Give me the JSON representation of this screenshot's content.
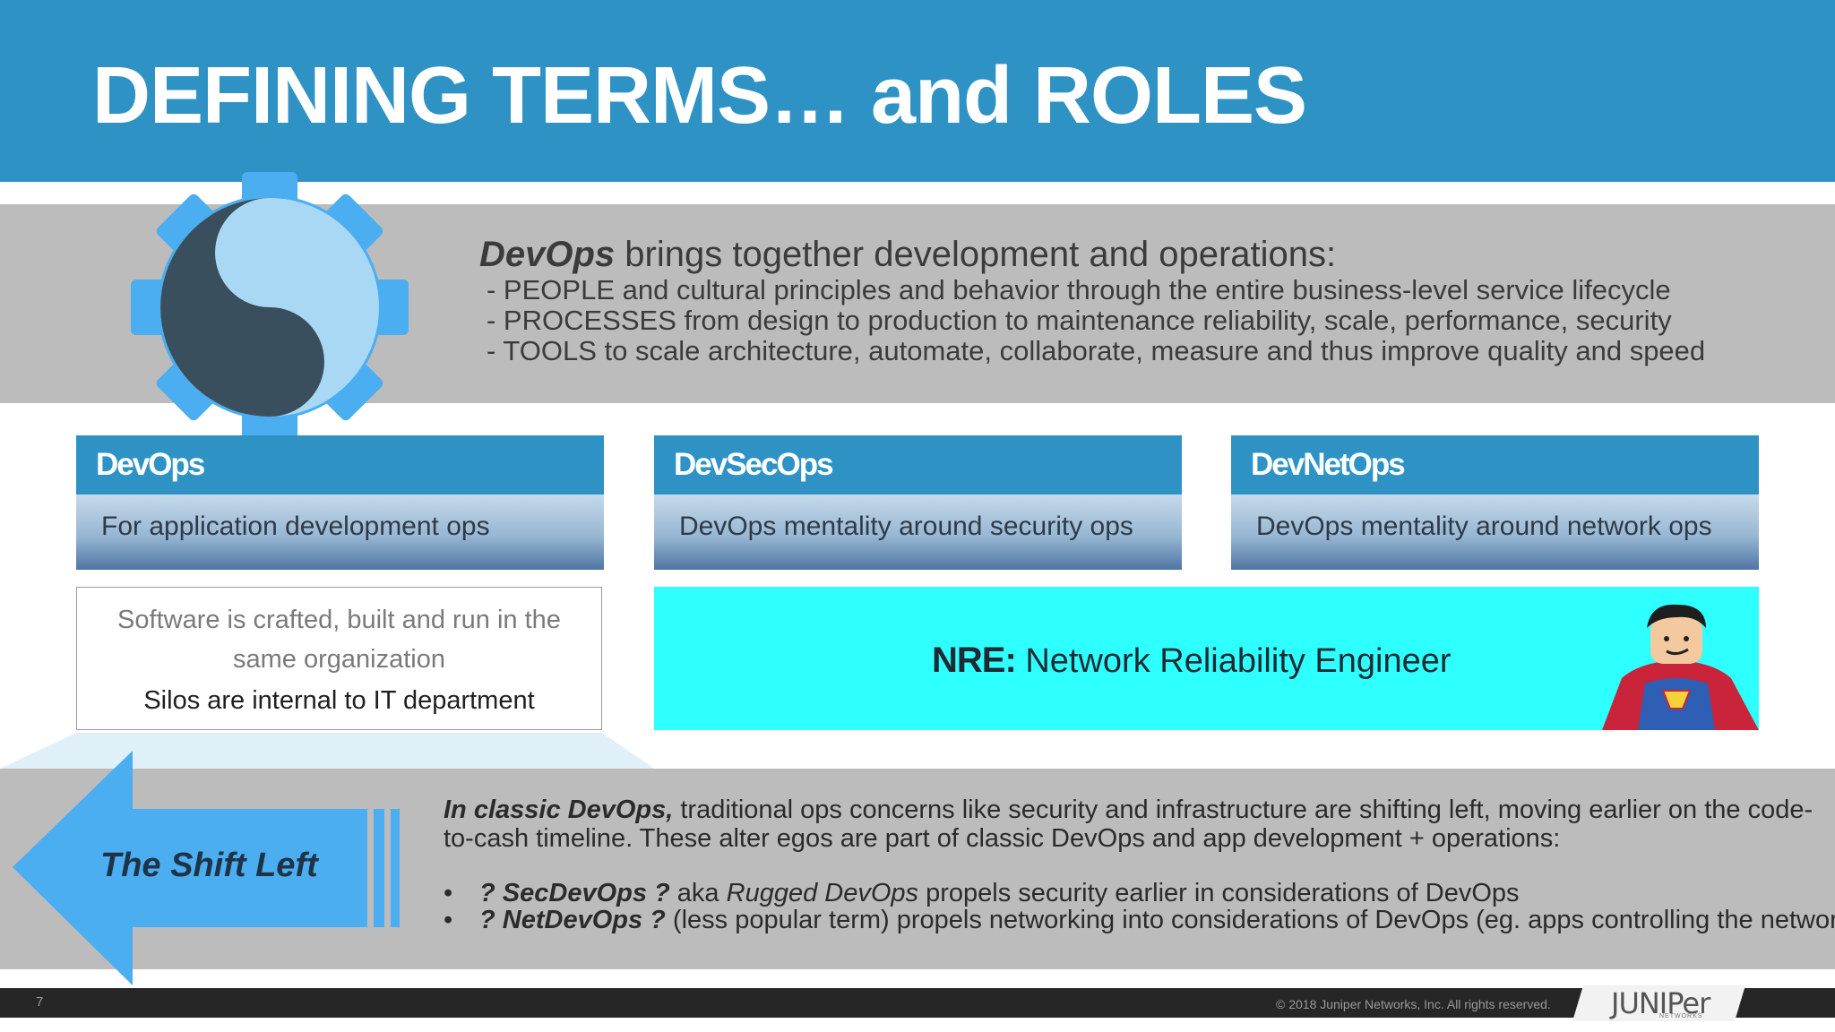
{
  "slide": {
    "title": "DEFINING TERMS… and ROLES",
    "page_number": "7"
  },
  "definition": {
    "term": "DevOps",
    "rest": " brings together development and operations:",
    "lines": [
      "- PEOPLE and cultural principles and behavior through the entire business-level service lifecycle",
      "- PROCESSES from design to production to maintenance reliability, scale, performance, security",
      "- TOOLS to scale architecture, automate, collaborate, measure and thus improve quality and speed"
    ]
  },
  "cards": [
    {
      "title": "DevOps",
      "text": "For application development ops"
    },
    {
      "title": "DevSecOps",
      "text": "DevOps mentality around security ops"
    },
    {
      "title": "DevNetOps",
      "text": "DevOps mentality around network ops"
    }
  ],
  "info_box": {
    "line1": "Software is crafted, built and run in the same organization",
    "line2": "Silos are internal to IT department"
  },
  "nre": {
    "abbr": "NRE:",
    "full": " Network Reliability Engineer"
  },
  "shift_left": {
    "label": "The Shift Left",
    "lead": "In classic DevOps,",
    "paragraph": " traditional ops concerns like security and infrastructure are shifting left, moving earlier on the code-to-cash timeline. These alter egos are part of classic DevOps and app development + operations:",
    "bullet_char": "•",
    "bullet1": {
      "term": "? SecDevOps ?",
      "aka": " aka ",
      "alt": "Rugged DevOps",
      "rest": " propels security earlier in considerations of DevOps"
    },
    "bullet2": {
      "term": "? NetDevOps ?",
      "rest": " (less popular term) propels networking into considerations of DevOps (eg. apps controlling the network)"
    }
  },
  "footer": {
    "copyright": "© 2018 Juniper Networks, Inc. All rights reserved.",
    "logo": "JUNIPer",
    "logo_sub": "NETWORKS"
  },
  "colors": {
    "header_blue": "#2e93c4",
    "band_grey": "#bdbcbc",
    "nre_cyan": "#2effff",
    "arrow_blue": "#4aaef0",
    "footer_dark": "#262626"
  },
  "icons": [
    "yin-yang-gear-icon",
    "superhero-lego-figure",
    "shift-left-arrow-icon",
    "juniper-logo"
  ]
}
